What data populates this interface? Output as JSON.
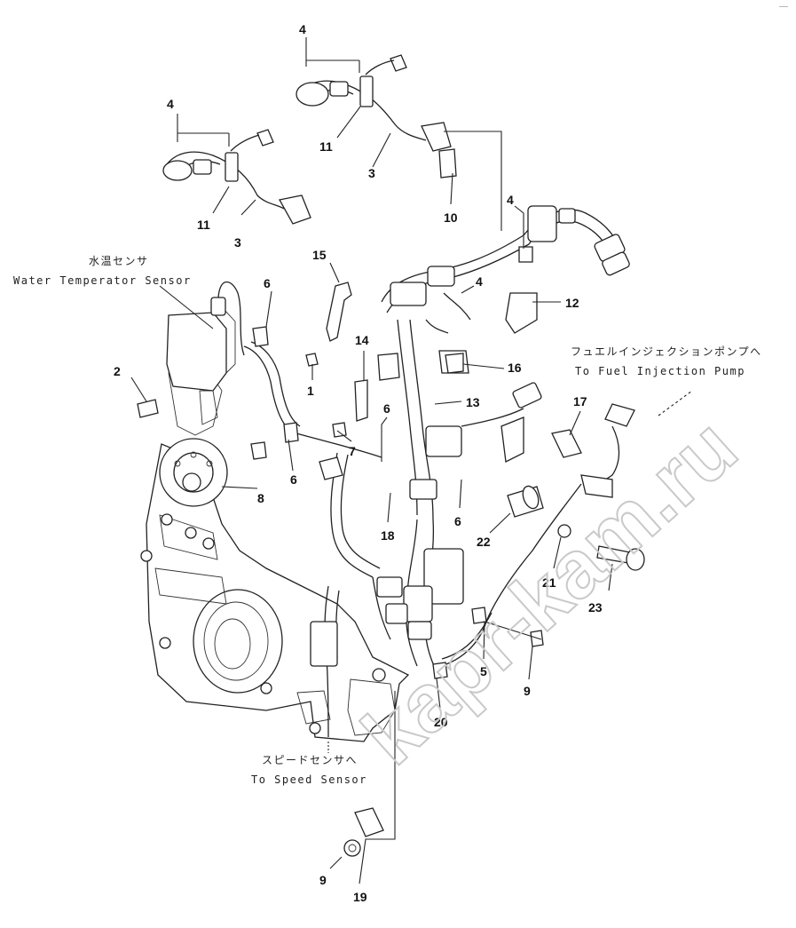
{
  "corner_mark": "——",
  "watermark": "kapr-kam.ru",
  "annotations": {
    "water_sensor_jp": "水温センサ",
    "water_sensor_en": "Water Temperator Sensor",
    "injection_pump_jp": "フュエルインジェクションポンプへ",
    "injection_pump_en": "To Fuel Injection Pump",
    "speed_sensor_jp": "スピードセンサへ",
    "speed_sensor_en": "To Speed Sensor"
  },
  "callouts": [
    {
      "id": "c-4-a",
      "label": "4"
    },
    {
      "id": "c-4-b",
      "label": "4"
    },
    {
      "id": "c-11-a",
      "label": "11"
    },
    {
      "id": "c-3-a",
      "label": "3"
    },
    {
      "id": "c-11-b",
      "label": "11"
    },
    {
      "id": "c-3-b",
      "label": "3"
    },
    {
      "id": "c-10",
      "label": "10"
    },
    {
      "id": "c-4-c",
      "label": "4"
    },
    {
      "id": "c-4-d",
      "label": "4"
    },
    {
      "id": "c-12",
      "label": "12"
    },
    {
      "id": "c-15",
      "label": "15"
    },
    {
      "id": "c-6-a",
      "label": "6"
    },
    {
      "id": "c-2",
      "label": "2"
    },
    {
      "id": "c-1",
      "label": "1"
    },
    {
      "id": "c-14",
      "label": "14"
    },
    {
      "id": "c-16",
      "label": "16"
    },
    {
      "id": "c-13",
      "label": "13"
    },
    {
      "id": "c-6-b",
      "label": "6"
    },
    {
      "id": "c-7",
      "label": "7"
    },
    {
      "id": "c-17",
      "label": "17"
    },
    {
      "id": "c-8",
      "label": "8"
    },
    {
      "id": "c-6-c",
      "label": "6"
    },
    {
      "id": "c-18",
      "label": "18"
    },
    {
      "id": "c-6-d",
      "label": "6"
    },
    {
      "id": "c-22",
      "label": "22"
    },
    {
      "id": "c-21",
      "label": "21"
    },
    {
      "id": "c-23",
      "label": "23"
    },
    {
      "id": "c-5",
      "label": "5"
    },
    {
      "id": "c-9-a",
      "label": "9"
    },
    {
      "id": "c-20",
      "label": "20"
    },
    {
      "id": "c-9-b",
      "label": "9"
    },
    {
      "id": "c-19",
      "label": "19"
    }
  ]
}
